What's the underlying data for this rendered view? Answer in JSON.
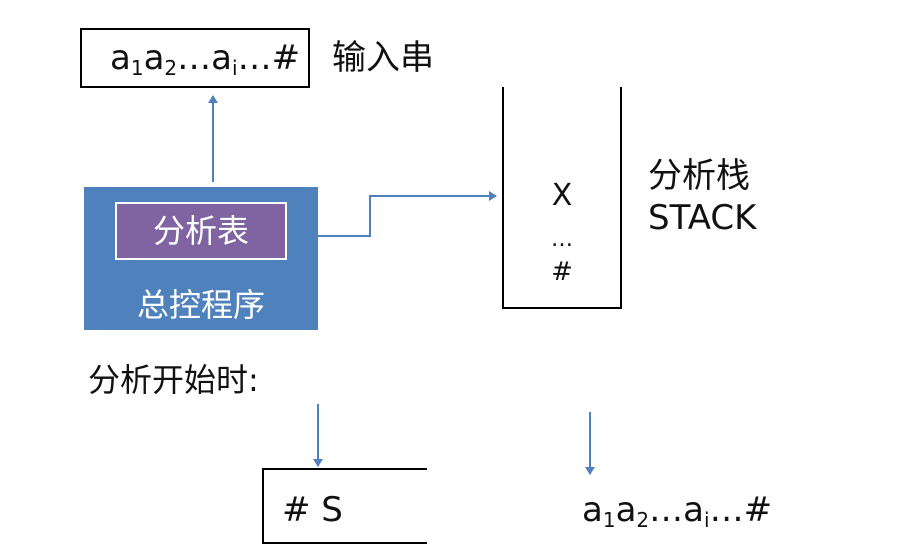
{
  "input": {
    "seq": {
      "a1": "a",
      "s1": "1",
      "a2": "a",
      "s2": "2",
      "dots1": "…",
      "ai": "a",
      "si": "i",
      "dots2": "…",
      "end": "#"
    },
    "label": "输入串"
  },
  "stack": {
    "top_symbol": "X",
    "dots": "…",
    "bottom_symbol": "#",
    "label_cn": "分析栈",
    "label_en": "STACK"
  },
  "control": {
    "table_label": "分析表",
    "program_label": "总控程序"
  },
  "initial": {
    "heading": "分析开始时:",
    "stack_content": "# S",
    "seq": {
      "a1": "a",
      "s1": "1",
      "a2": "a",
      "s2": "2",
      "dots1": "…",
      "ai": "a",
      "si": "i",
      "dots2": "…",
      "end": "#"
    }
  },
  "colors": {
    "control_bg": "#4f81bd",
    "table_bg": "#8064a2",
    "arrow": "#4f81bd"
  }
}
